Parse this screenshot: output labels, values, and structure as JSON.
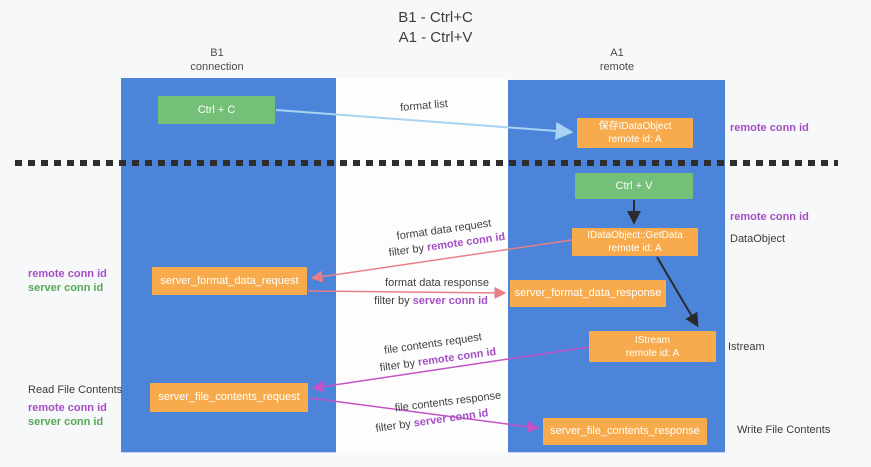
{
  "title": {
    "line1": "B1 - Ctrl+C",
    "line2": "A1 - Ctrl+V"
  },
  "lanes": {
    "left": {
      "header_line1": "B1",
      "header_line2": "connection"
    },
    "right": {
      "header_line1": "A1",
      "header_line2": "remote"
    }
  },
  "nodes": {
    "ctrl_c": {
      "label": "Ctrl + C"
    },
    "ctrl_v": {
      "label": "Ctrl + V"
    },
    "save_dataobject": {
      "line1": "保存IDataObject",
      "line2": "remote id: A"
    },
    "getdata": {
      "line1": "IDataObject::GetData",
      "line2": "remote id: A"
    },
    "istream": {
      "line1": "IStream",
      "line2": "remote id: A"
    },
    "format_request": {
      "label": "server_format_data_request"
    },
    "format_response": {
      "label": "server_format_data_response"
    },
    "file_request": {
      "label": "server_file_contents_request"
    },
    "file_response": {
      "label": "server_file_contents_response"
    }
  },
  "side_labels": {
    "remote_conn_id": "remote conn id",
    "server_conn_id": "server conn id",
    "dataobject": "DataObject",
    "istream": "Istream",
    "read_file_contents": "Read File Contents",
    "write_file_contents": "Write File Contents"
  },
  "arrow_labels": {
    "format_list": "format list",
    "format_data_request": "format data request",
    "format_data_response": "format data response",
    "file_contents_request": "file contents request",
    "file_contents_response": "file contents response",
    "filter_by": "filter by"
  },
  "colors": {
    "canvas_bg": "#f7f8f9",
    "lane_fill": "#4b84d9",
    "node_orange": "#f7ab4c",
    "node_green": "#74c078",
    "arrow_salmon": "#e87f84",
    "arrow_magenta": "#c353c6",
    "arrow_lightblue": "#a9d3f2",
    "arrow_black": "#2b2b2b",
    "dash_line": "#2e2e2e",
    "text_purple": "#a44fc4",
    "text_green": "#55a855"
  }
}
